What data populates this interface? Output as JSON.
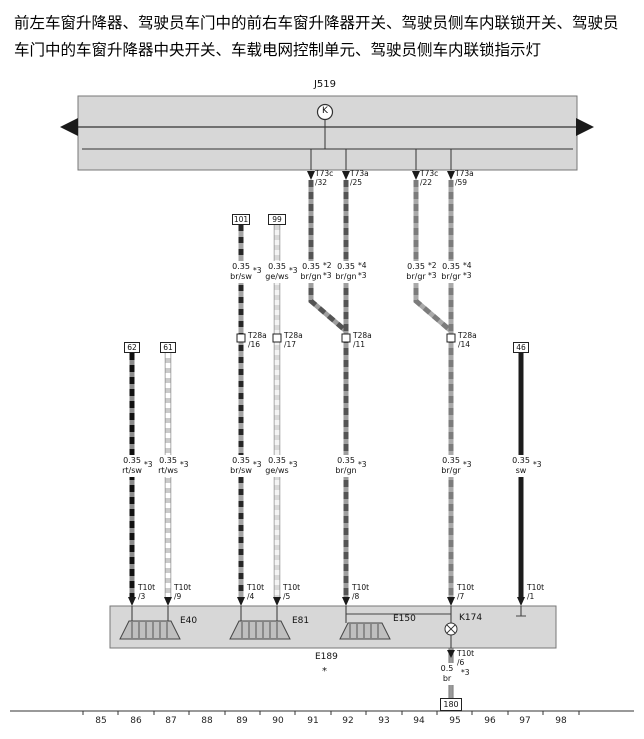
{
  "title": {
    "line1": "前左车窗升降器、驾驶员车门中的前右车窗升降器开关、驾驶员侧车内联锁开关、驾驶员",
    "line2": "车门中的车窗升降器中央开关、车载电网控制单元、驾驶员侧车内联锁指示灯"
  },
  "bus": {
    "label": "J519",
    "symbol": "K"
  },
  "taps": [
    {
      "pin": "T73c",
      "port": "/32"
    },
    {
      "pin": "T73a",
      "port": "/25"
    },
    {
      "pin": "T73c",
      "port": "/22"
    },
    {
      "pin": "T73a",
      "port": "/59"
    }
  ],
  "top_boxes": [
    {
      "label": "101"
    },
    {
      "label": "99"
    }
  ],
  "upper_wires": [
    {
      "gauge": "0.35",
      "code": "br/sw",
      "refs": [
        "*3"
      ]
    },
    {
      "gauge": "0.35",
      "code": "ge/ws",
      "refs": [
        "*3"
      ]
    },
    {
      "gauge": "0.35",
      "code": "br/gn",
      "refs": [
        "*2",
        "*3"
      ]
    },
    {
      "gauge": "0.35",
      "code": "br/gn",
      "refs": [
        "*4",
        "*3"
      ]
    },
    {
      "gauge": "0.35",
      "code": "br/gr",
      "refs": [
        "*2",
        "*3"
      ]
    },
    {
      "gauge": "0.35",
      "code": "br/gr",
      "refs": [
        "*4",
        "*3"
      ]
    }
  ],
  "mid_connectors": [
    {
      "pin": "T28a",
      "port": "/16"
    },
    {
      "pin": "T28a",
      "port": "/17"
    },
    {
      "pin": "T28a",
      "port": "/11"
    },
    {
      "pin": "T28a",
      "port": "/14"
    }
  ],
  "side_boxes": [
    {
      "label": "62"
    },
    {
      "label": "61"
    },
    {
      "label": "46"
    }
  ],
  "lower_wires": [
    {
      "gauge": "0.35",
      "code": "rt/sw",
      "refs": [
        "*3"
      ]
    },
    {
      "gauge": "0.35",
      "code": "rt/ws",
      "refs": [
        "*3"
      ]
    },
    {
      "gauge": "0.35",
      "code": "br/sw",
      "refs": [
        "*3"
      ]
    },
    {
      "gauge": "0.35",
      "code": "ge/ws",
      "refs": [
        "*3"
      ]
    },
    {
      "gauge": "0.35",
      "code": "br/gn",
      "refs": [
        "*3"
      ]
    },
    {
      "gauge": "0.35",
      "code": "br/gr",
      "refs": [
        "*3"
      ]
    },
    {
      "gauge": "0.35",
      "code": "sw",
      "refs": [
        "*3"
      ]
    }
  ],
  "bottom_connectors": [
    {
      "pin": "T10t",
      "port": "/3"
    },
    {
      "pin": "T10t",
      "port": "/9"
    },
    {
      "pin": "T10t",
      "port": "/4"
    },
    {
      "pin": "T10t",
      "port": "/5"
    },
    {
      "pin": "T10t",
      "port": "/8"
    },
    {
      "pin": "T10t",
      "port": "/7"
    },
    {
      "pin": "T10t",
      "port": "/1"
    }
  ],
  "components": [
    {
      "label": "E40"
    },
    {
      "label": "E81"
    },
    {
      "label": "E150"
    },
    {
      "label": "K174"
    }
  ],
  "box_label": "E189",
  "box_note": "*",
  "ground": {
    "pin": "T10t",
    "port": "/6",
    "gauge": "0.5",
    "code": "br",
    "ref": "*3",
    "terminal": "180"
  },
  "ruler": {
    "numbers": [
      "85",
      "86",
      "87",
      "88",
      "89",
      "90",
      "91",
      "92",
      "93",
      "94",
      "95",
      "96",
      "97",
      "98"
    ]
  },
  "colors": {
    "panel_fill": "#d7d7d7",
    "outline": "#333333"
  }
}
